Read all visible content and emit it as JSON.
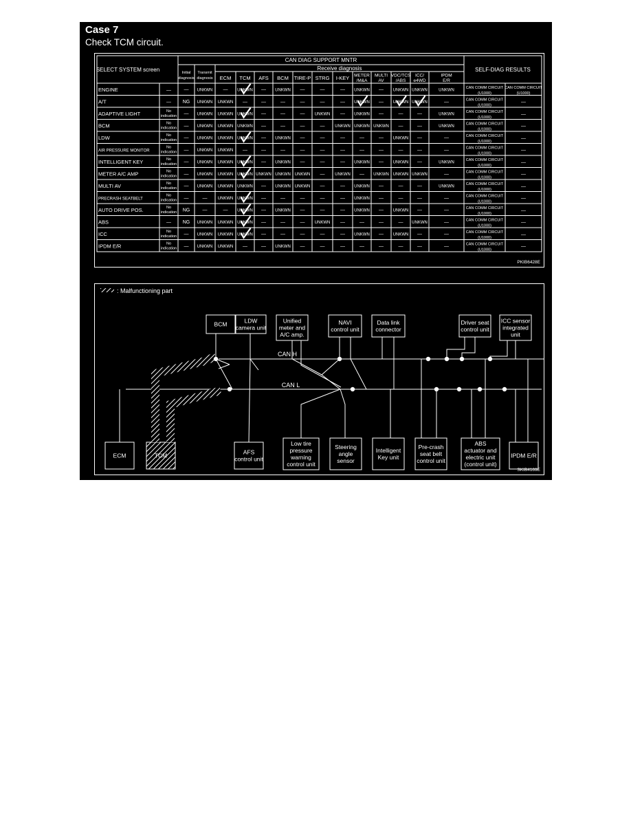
{
  "header": {
    "title": "Case 7",
    "subtitle": "Check TCM circuit."
  },
  "table": {
    "super_header": "CAN DIAG SUPPORT MNTR",
    "receive_header": "Receive diagnosis",
    "select_header": "SELECT SYSTEM screen",
    "self_diag_header": "SELF-DIAG RESULTS",
    "columns": [
      [
        "Initial",
        "diagnosis"
      ],
      [
        "Transmit",
        "diagnosis"
      ],
      [
        "ECM"
      ],
      [
        "TCM"
      ],
      [
        "AFS"
      ],
      [
        "BCM"
      ],
      [
        "TIRE-P"
      ],
      [
        "STRG"
      ],
      [
        "I-KEY"
      ],
      [
        "METER",
        "/M&A"
      ],
      [
        "MULTI",
        "AV"
      ],
      [
        "VDC/TCS",
        "/ABS"
      ],
      [
        "ICC/",
        "e4WD"
      ],
      [
        "IPDM",
        "E/R"
      ]
    ],
    "rows": [
      {
        "name": "ENGINE",
        "status": "—",
        "cells": [
          "—",
          "UNKWN",
          "—",
          "UNKWN",
          "—",
          "UNKWN",
          "—",
          "—",
          "—",
          "UNKWN",
          "—",
          "UNKWN",
          "UNKWN",
          "UNKWN"
        ],
        "checks": [
          3
        ],
        "results": [
          "CAN COMM CIRCUIT (U1000)",
          "CAN COMM CIRCUIT (U1000)"
        ]
      },
      {
        "name": "A/T",
        "status": "—",
        "cells": [
          "NG",
          "UNKWN",
          "UNKWN",
          "—",
          "—",
          "—",
          "—",
          "—",
          "—",
          "UNKWN",
          "—",
          "UNKWN",
          "UNKWN",
          "—"
        ],
        "checks": [
          9,
          11,
          12
        ],
        "results": [
          "CAN COMM CIRCUIT (U1000)",
          "—"
        ]
      },
      {
        "name": "ADAPTIVE LIGHT",
        "status": "No indication",
        "cells": [
          "—",
          "UNKWN",
          "UNKWN",
          "UNKWN",
          "—",
          "—",
          "—",
          "UNKWN",
          "—",
          "UNKWN",
          "—",
          "—",
          "—",
          "UNKWN"
        ],
        "checks": [
          3
        ],
        "results": [
          "CAN COMM CIRCUIT (U1000)",
          "—"
        ]
      },
      {
        "name": "BCM",
        "status": "No indication",
        "cells": [
          "—",
          "UNKWN",
          "UNKWN",
          "UNKWN",
          "—",
          "—",
          "—",
          "—",
          "UNKWN",
          "UNKWN",
          "UNKWN",
          "—",
          "—",
          "UNKWN"
        ],
        "checks": [],
        "results": [
          "CAN COMM CIRCUIT (U1000)",
          "—"
        ]
      },
      {
        "name": "LDW",
        "status": "No indication",
        "cells": [
          "—",
          "UNKWN",
          "UNKWN",
          "UNKWN",
          "—",
          "UNKWN",
          "—",
          "—",
          "—",
          "—",
          "—",
          "UNKWN",
          "—",
          "—"
        ],
        "checks": [
          3
        ],
        "results": [
          "CAN COMM CIRCUIT (U1000)",
          "—"
        ]
      },
      {
        "name": "AIR PRESSURE MONITOR",
        "status": "No indication",
        "cells": [
          "—",
          "UNKWN",
          "UNKWN",
          "—",
          "—",
          "—",
          "—",
          "—",
          "—",
          "—",
          "—",
          "—",
          "—",
          "—"
        ],
        "checks": [],
        "results": [
          "CAN COMM CIRCUIT (U1000)",
          "—"
        ]
      },
      {
        "name": "INTELLIGENT KEY",
        "status": "No indication",
        "cells": [
          "—",
          "UNKWN",
          "UNKWN",
          "UNKWN",
          "—",
          "UNKWN",
          "—",
          "—",
          "—",
          "UNKWN",
          "—",
          "UNKWN",
          "—",
          "UNKWN"
        ],
        "checks": [
          3
        ],
        "results": [
          "CAN COMM CIRCUIT (U1000)",
          "—"
        ]
      },
      {
        "name": "METER A/C AMP",
        "status": "No indication",
        "cells": [
          "—",
          "UNKWN",
          "UNKWN",
          "UNKWN",
          "UNKWN",
          "UNKWN",
          "UNKWN",
          "—",
          "UNKWN",
          "—",
          "UNKWN",
          "UNKWN",
          "UNKWN",
          "—"
        ],
        "checks": [
          3
        ],
        "results": [
          "CAN COMM CIRCUIT (U1000)",
          "—"
        ]
      },
      {
        "name": "MULTI AV",
        "status": "No indication",
        "cells": [
          "—",
          "UNKWN",
          "UNKWN",
          "UNKWN",
          "—",
          "UNKWN",
          "UNKWN",
          "—",
          "—",
          "UNKWN",
          "—",
          "—",
          "—",
          "UNKWN"
        ],
        "checks": [],
        "results": [
          "CAN COMM CIRCUIT (U1000)",
          "—"
        ]
      },
      {
        "name": "PRECRASH SEATBELT",
        "status": "No indication",
        "cells": [
          "—",
          "—",
          "UNKWN",
          "UNKWN",
          "—",
          "—",
          "—",
          "—",
          "—",
          "UNKWN",
          "—",
          "—",
          "—",
          "—"
        ],
        "checks": [
          3
        ],
        "results": [
          "CAN COMM CIRCUIT (U1000)",
          "—"
        ]
      },
      {
        "name": "AUTO DRIVE POS.",
        "status": "No indication",
        "cells": [
          "NG",
          "—",
          "—",
          "UNKWN",
          "—",
          "UNKWN",
          "—",
          "—",
          "—",
          "UNKWN",
          "—",
          "UNKWN",
          "—",
          "—"
        ],
        "checks": [
          3
        ],
        "results": [
          "CAN COMM CIRCUIT (U1000)",
          "—"
        ]
      },
      {
        "name": "ABS",
        "status": "—",
        "cells": [
          "NG",
          "UNKWN",
          "UNKWN",
          "UNKWN",
          "—",
          "—",
          "—",
          "UNKWN",
          "—",
          "—",
          "—",
          "—",
          "UNKWN",
          "—"
        ],
        "checks": [
          3
        ],
        "results": [
          "CAN COMM CIRCUIT (U1000)",
          "—"
        ]
      },
      {
        "name": "ICC",
        "status": "No indication",
        "cells": [
          "—",
          "UNKWN",
          "UNKWN",
          "UNKWN",
          "—",
          "—",
          "—",
          "—",
          "—",
          "UNKWN",
          "—",
          "UNKWN",
          "—",
          "—"
        ],
        "checks": [
          3
        ],
        "results": [
          "CAN COMM CIRCUIT (U1000)",
          "—"
        ]
      },
      {
        "name": "IPDM E/R",
        "status": "No indication",
        "cells": [
          "—",
          "UNKWN",
          "UNKWN",
          "—",
          "—",
          "UNKWN",
          "—",
          "—",
          "—",
          "—",
          "—",
          "—",
          "—",
          "—"
        ],
        "checks": [],
        "results": [
          "CAN COMM CIRCUIT (U1000)",
          "—"
        ]
      }
    ],
    "figure_code": "PKIB6428E"
  },
  "diagram": {
    "legend": ": Malfunctioning part",
    "can_h": "CAN H",
    "can_l": "CAN L",
    "top_units": [
      [
        "BCM"
      ],
      [
        "LDW",
        "camera unit"
      ],
      [
        "Unified",
        "meter and",
        "A/C amp."
      ],
      [
        "NAVI",
        "control unit"
      ],
      [
        "Data link",
        "connector"
      ],
      [
        "Driver seat",
        "control unit"
      ],
      [
        "ICC sensor",
        "integrated",
        "unit"
      ]
    ],
    "bottom_units": [
      [
        "ECM"
      ],
      [
        "TCM"
      ],
      [
        "AFS",
        "control unit"
      ],
      [
        "Low tire",
        "pressure",
        "warning",
        "control unit"
      ],
      [
        "Steering",
        "angle",
        "sensor"
      ],
      [
        "Intelligent",
        "Key unit"
      ],
      [
        "Pre-crash",
        "seat belt",
        "control unit"
      ],
      [
        "ABS",
        "actuator and",
        "electric unit",
        "(control unit)"
      ],
      [
        "IPDM E/R"
      ]
    ],
    "figure_code": "SKIB4169E"
  }
}
